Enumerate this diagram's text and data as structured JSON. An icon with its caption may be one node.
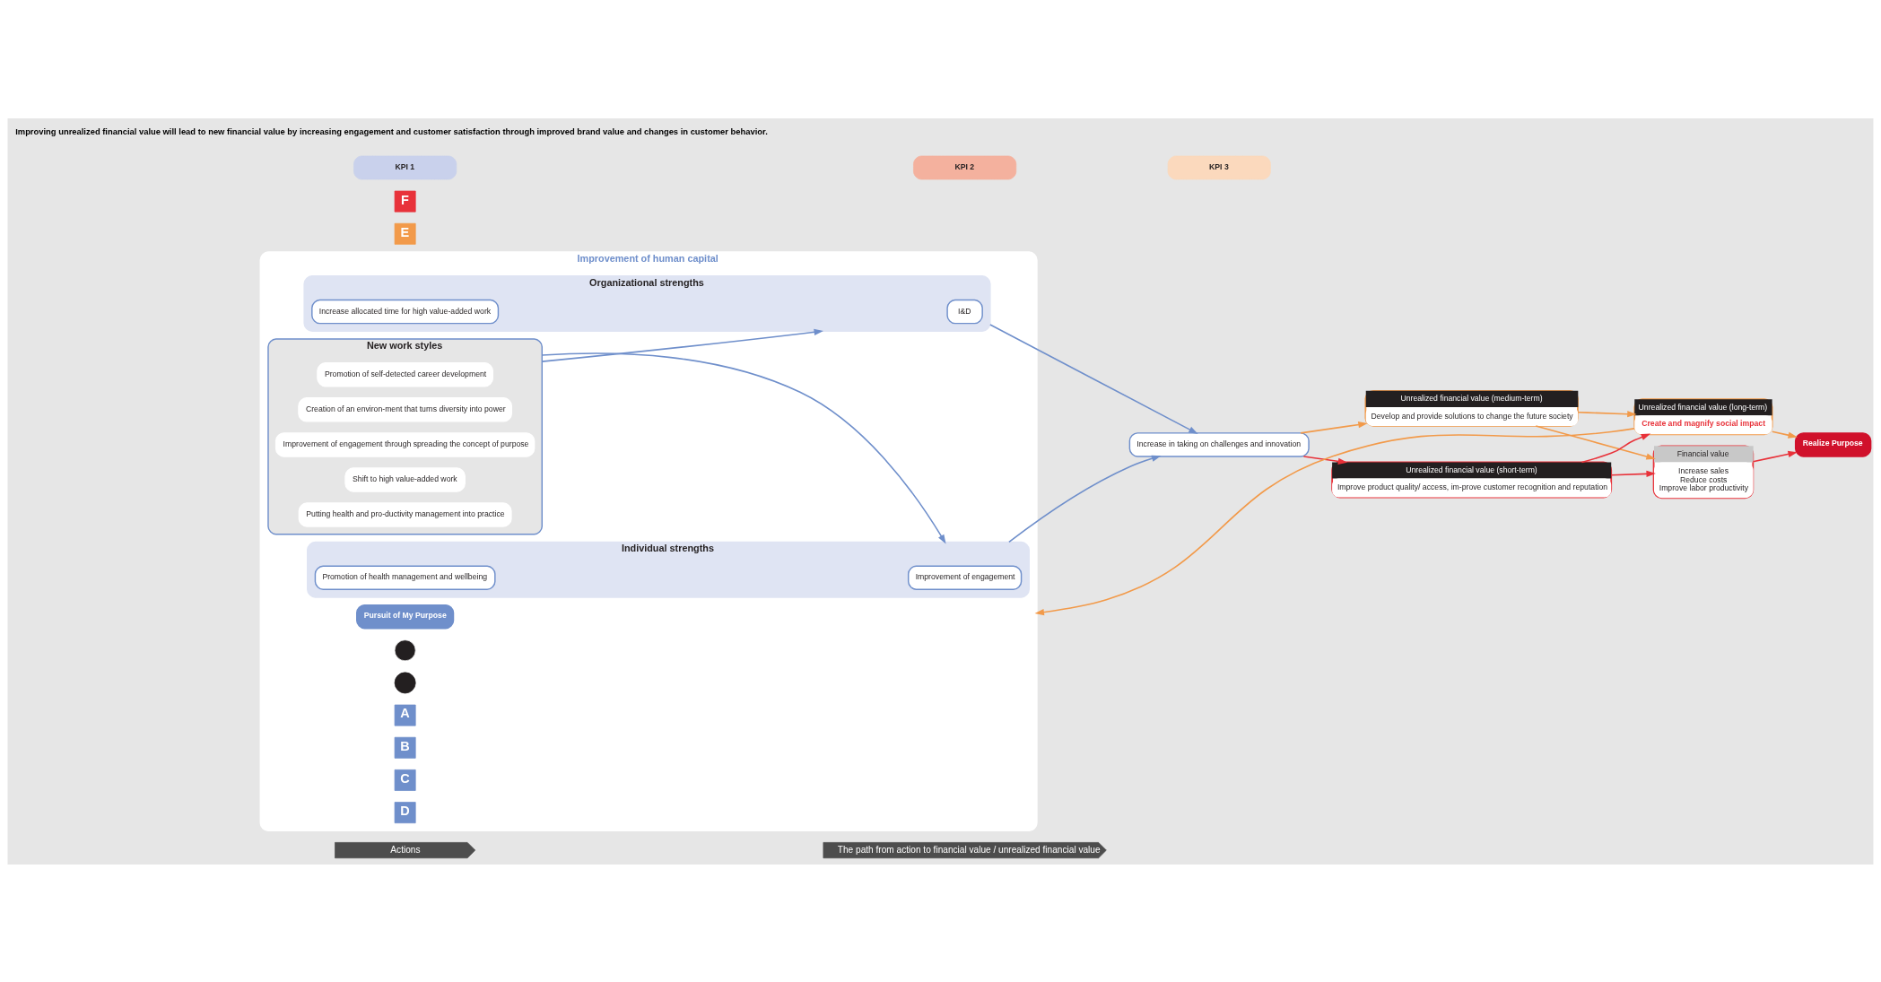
{
  "diagram": {
    "nodes": [
      {
        "text": [
          "Actions"
        ]
      },
      {
        "text": [
          "The path from action to financial value / unrealized financial value"
        ]
      },
      {
        "text": [
          "Improvement of human capital"
        ]
      },
      {
        "text": [
          "Pursuit of My Purpose"
        ],
        "in": 2
      },
      {
        "text": [],
        "shape": "circle",
        "in": 2
      },
      {
        "text": [
          "New work styles"
        ],
        "in": 2
      },
      {
        "text": [
          "Promotion of self-detected career development"
        ],
        "in": 5
      },
      {
        "text": [
          "Creation of an environ-ment that turns diversity into power"
        ],
        "in": 5
      },
      {
        "text": [
          "Improvement of engagement through spreading the concept of purpose"
        ],
        "in": 5
      },
      {
        "text": [
          "Shift to high value-added work"
        ],
        "in": 5
      },
      {
        "text": [
          "Putting health and pro-ductivity management into practice"
        ],
        "in": 5
      },
      {
        "text": [
          "Organizational strengths"
        ],
        "in": 2
      },
      {
        "text": [
          "I&D"
        ],
        "in": 11
      },
      {
        "text": [
          "Increase allocated time for high value-added work"
        ],
        "in": 11
      },
      {
        "text": [],
        "shape": "circle",
        "in": 2
      },
      {
        "text": [
          "Individual strengths"
        ],
        "in": 2
      },
      {
        "text": [
          "Improvement of engagement"
        ],
        "in": 15
      },
      {
        "text": [
          "Promotion of health management and wellbeing"
        ],
        "in": 15
      },
      {
        "text": [
          "A"
        ],
        "in": 2
      },
      {
        "text": [
          "B"
        ],
        "in": 2
      },
      {
        "text": [
          "C"
        ],
        "in": 2
      },
      {
        "text": [
          "D"
        ],
        "in": 2
      },
      {
        "text": [
          "Increase in taking on challenges and innovation"
        ]
      },
      {
        "text": [
          "Unrealized financial value (medium-term)",
          "Develop and provide solutions to change the future society"
        ]
      },
      {
        "text": [
          "Unrealized financial value (long-term)",
          "Create and magnify social impact"
        ]
      },
      {
        "text": [
          "Unrealized financial value (short-term)",
          "Improve product quality/ access, im-prove customer recognition and reputation"
        ]
      },
      {
        "text": [
          "Financial value",
          "Increase sales",
          "Reduce costs",
          "Improve labor productivity"
        ]
      },
      {
        "text": [
          "E"
        ]
      },
      {
        "text": [
          "F"
        ]
      },
      {
        "text": [
          "Realize Purpose"
        ]
      },
      {
        "text": [
          "KPI 1"
        ]
      },
      {
        "text": [
          "KPI 2"
        ]
      },
      {
        "text": [
          "KPI 3"
        ]
      }
    ],
    "edges": [
      {
        "from": 5,
        "to": 11,
        "arrow": "to",
        "color": "#6f8fcb"
      },
      {
        "from": 5,
        "to": 15,
        "arrow": "to",
        "color": "#6f8fcb"
      },
      {
        "from": 11,
        "to": 22,
        "arrow": "to",
        "color": "#6f8fcb"
      },
      {
        "from": 15,
        "to": 22,
        "arrow": "to",
        "color": "#6f8fcb"
      },
      {
        "from": 22,
        "to": 23,
        "arrow": "to",
        "color": "#f29a4a"
      },
      {
        "from": 22,
        "to": 25,
        "arrow": "to",
        "color": "#e8323a"
      },
      {
        "from": 23,
        "to": 24,
        "arrow": "to",
        "color": "#f29a4a"
      },
      {
        "from": 23,
        "to": 26,
        "arrow": "to",
        "color": "#f29a4a"
      },
      {
        "from": 25,
        "to": 24,
        "arrow": "to",
        "color": "#e8323a"
      },
      {
        "from": 25,
        "to": 26,
        "arrow": "to",
        "color": "#e8323a"
      },
      {
        "from": 24,
        "to": 2,
        "arrow": "to",
        "color": "#f29a4a"
      },
      {
        "from": 24,
        "to": 29,
        "arrow": "to",
        "color": "#f29a4a"
      },
      {
        "from": 26,
        "to": 29,
        "arrow": "to",
        "color": "#e8323a"
      }
    ],
    "labels": [
      "Improving unrealized financial value will lead to new financial value by increasing engagement and customer satisfaction through improved brand value and changes in customer behavior."
    ]
  }
}
